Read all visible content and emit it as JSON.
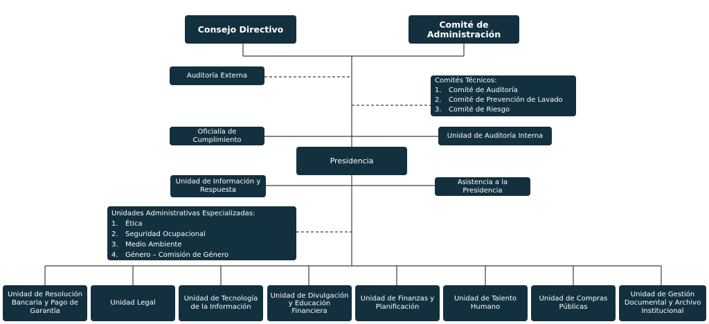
{
  "top": {
    "consejo": "Consejo Directivo",
    "comite_admin": "Comité de Administración"
  },
  "auditoria_externa": "Auditoría Externa",
  "comites_tecnicos": {
    "title": "Comités Técnicos:",
    "items": [
      {
        "num": "1.",
        "label": "Comité de Auditoría"
      },
      {
        "num": "2.",
        "label": "Comité de Prevención de Lavado"
      },
      {
        "num": "3.",
        "label": "Comité de Riesgo"
      }
    ]
  },
  "oficialia": "Oficialía de Cumplimiento",
  "auditoria_interna": "Unidad de Auditoría Interna",
  "presidencia": "Presidencia",
  "info_respuesta": "Unidad de Información y Respuesta",
  "asistencia": "Asistencia a la Presidencia",
  "especializadas": {
    "title": "Unidades Administrativas Especializadas:",
    "items": [
      {
        "num": "1.",
        "label": "Ética"
      },
      {
        "num": "2.",
        "label": "Seguridad Ocupacional"
      },
      {
        "num": "3.",
        "label": "Medio Ambiente"
      },
      {
        "num": "4.",
        "label": "Género – Comisión de Género"
      }
    ]
  },
  "units": [
    "Unidad de Resolución Bancaria y Pago de Garantía",
    "Unidad Legal",
    "Unidad de Tecnología de la Información",
    "Unidad de Divulgación y Educación Financiera",
    "Unidad de Finanzas y Planificación",
    "Unidad de Talento Humano",
    "Unidad de Compras Públicas",
    "Unidad de Gestión Documental y Archivo Institucional"
  ],
  "colors": {
    "box": "#13303f",
    "line": "#3a3a3a"
  }
}
